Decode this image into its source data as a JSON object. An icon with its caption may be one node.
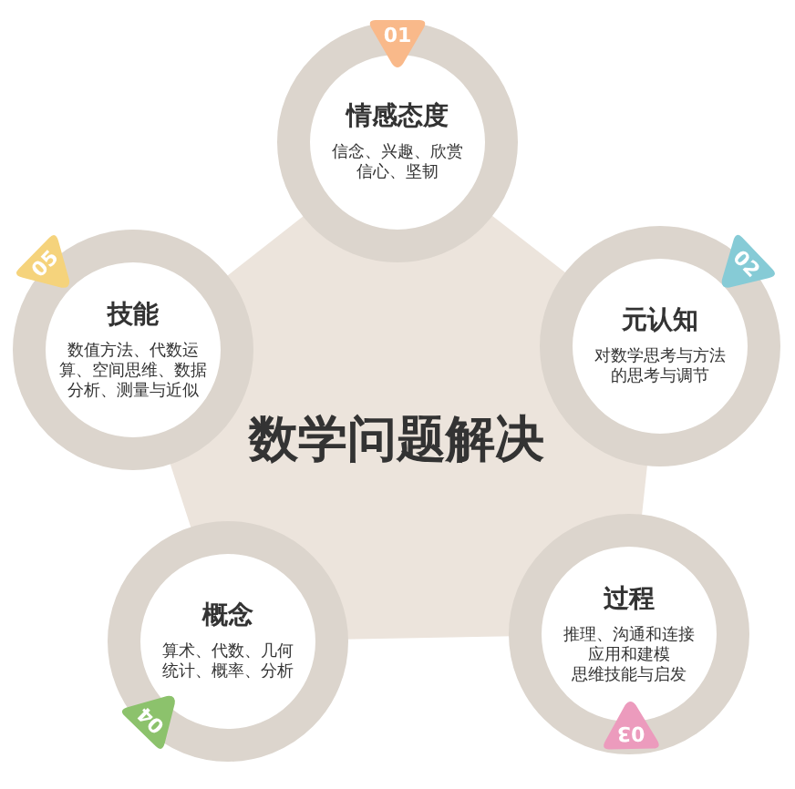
{
  "diagram": {
    "nodes": [
      {
        "text": [
          "数学问题解决"
        ]
      },
      {
        "text": [
          "01",
          "情感态度",
          "信念、兴趣、欣赏信心、坚韧"
        ]
      },
      {
        "text": [
          "02",
          "元认知",
          "对数学思考与方法的思考与调节"
        ]
      },
      {
        "text": [
          "过程",
          "推理、沟通和连接应用和建模思维技能与启发",
          "03"
        ]
      },
      {
        "text": [
          "概念",
          "算术、代数、几何统计、概率、分析",
          "04"
        ]
      },
      {
        "text": [
          "05",
          "技能",
          "数值方法、代数运算、空间思维、数据分析、测量与近似"
        ]
      }
    ]
  }
}
